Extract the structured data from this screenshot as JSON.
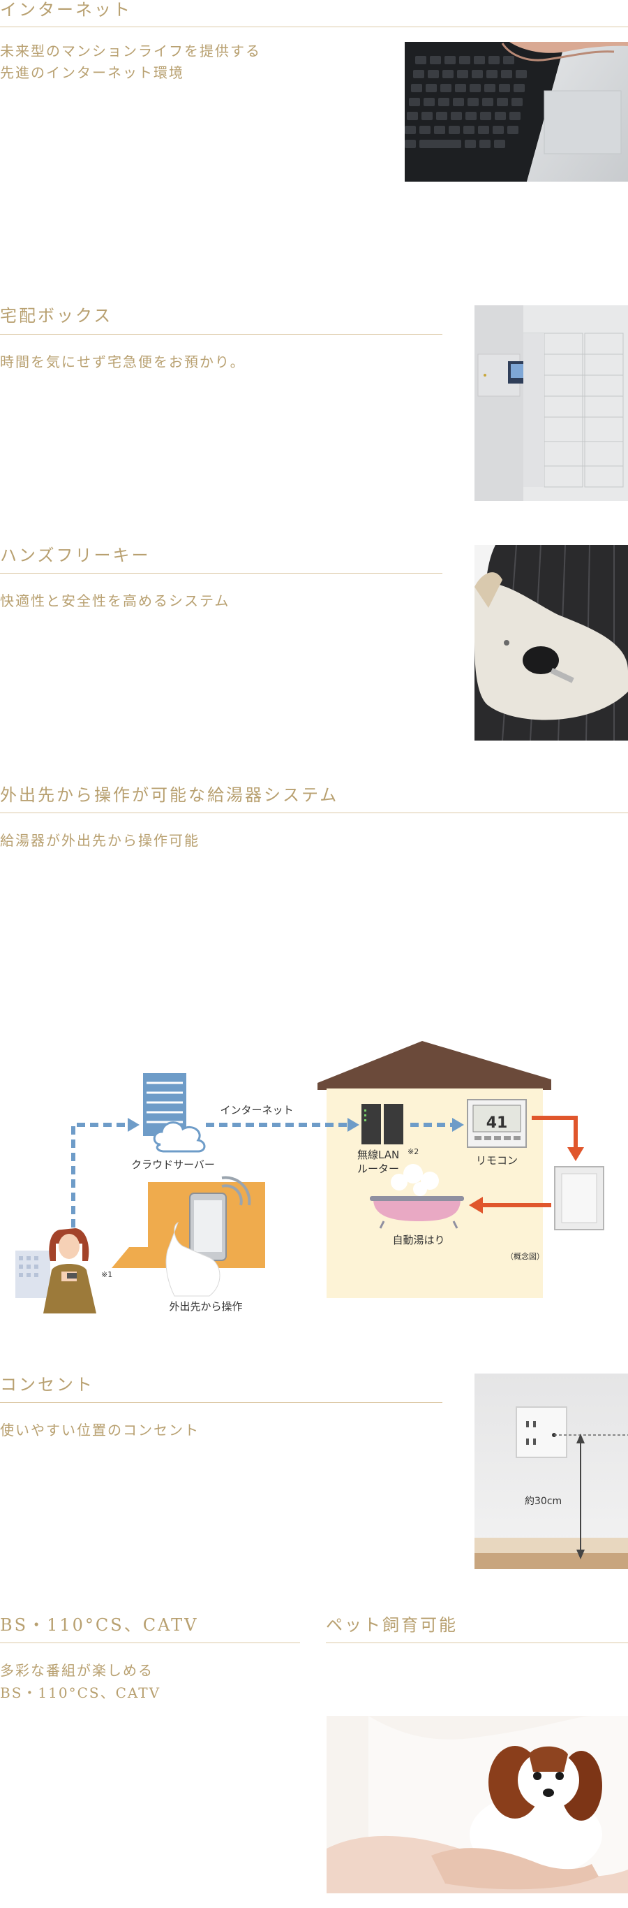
{
  "sections": {
    "internet": {
      "title": "インターネット",
      "lines": [
        "未来型のマンションライフを提供する",
        "先進のインターネット環境"
      ]
    },
    "delivery_box": {
      "title": "宅配ボックス",
      "lines": [
        "時間を気にせず宅急便をお預かり。"
      ]
    },
    "handsfree_key": {
      "title": "ハンズフリーキー",
      "lines": [
        "快適性と安全性を高めるシステム"
      ]
    },
    "water_heater": {
      "title": "外出先から操作が可能な給湯器システム",
      "lines": [
        "給湯器が外出先から操作可能"
      ],
      "diagram": {
        "internet": "インターネット",
        "cloud_server": "クラウドサーバー",
        "router_line1": "無線LAN",
        "router_note": "※2",
        "router_line2": "ルーター",
        "remote": "リモコン",
        "remote_temp": "41",
        "bath": "自動湯はり",
        "concept": "（概念図）",
        "outside_op": "外出先から操作",
        "note1": "※1"
      }
    },
    "outlet": {
      "title": "コンセント",
      "lines": [
        "使いやすい位置のコンセント"
      ],
      "height_label": "約30cm"
    },
    "tv": {
      "title": "BS・110°CS、CATV",
      "lines": [
        "多彩な番組が楽しめる",
        "BS・110°CS、CATV"
      ]
    },
    "pet": {
      "title": "ペット飼育可能"
    }
  },
  "colors": {
    "heading": "#b8a070",
    "rule": "#dcc9a6",
    "diagram_blue": "#6e9cc8",
    "diagram_orange": "#e0562c",
    "house_wall": "#fdf3d6",
    "roof": "#6b4a3a"
  }
}
